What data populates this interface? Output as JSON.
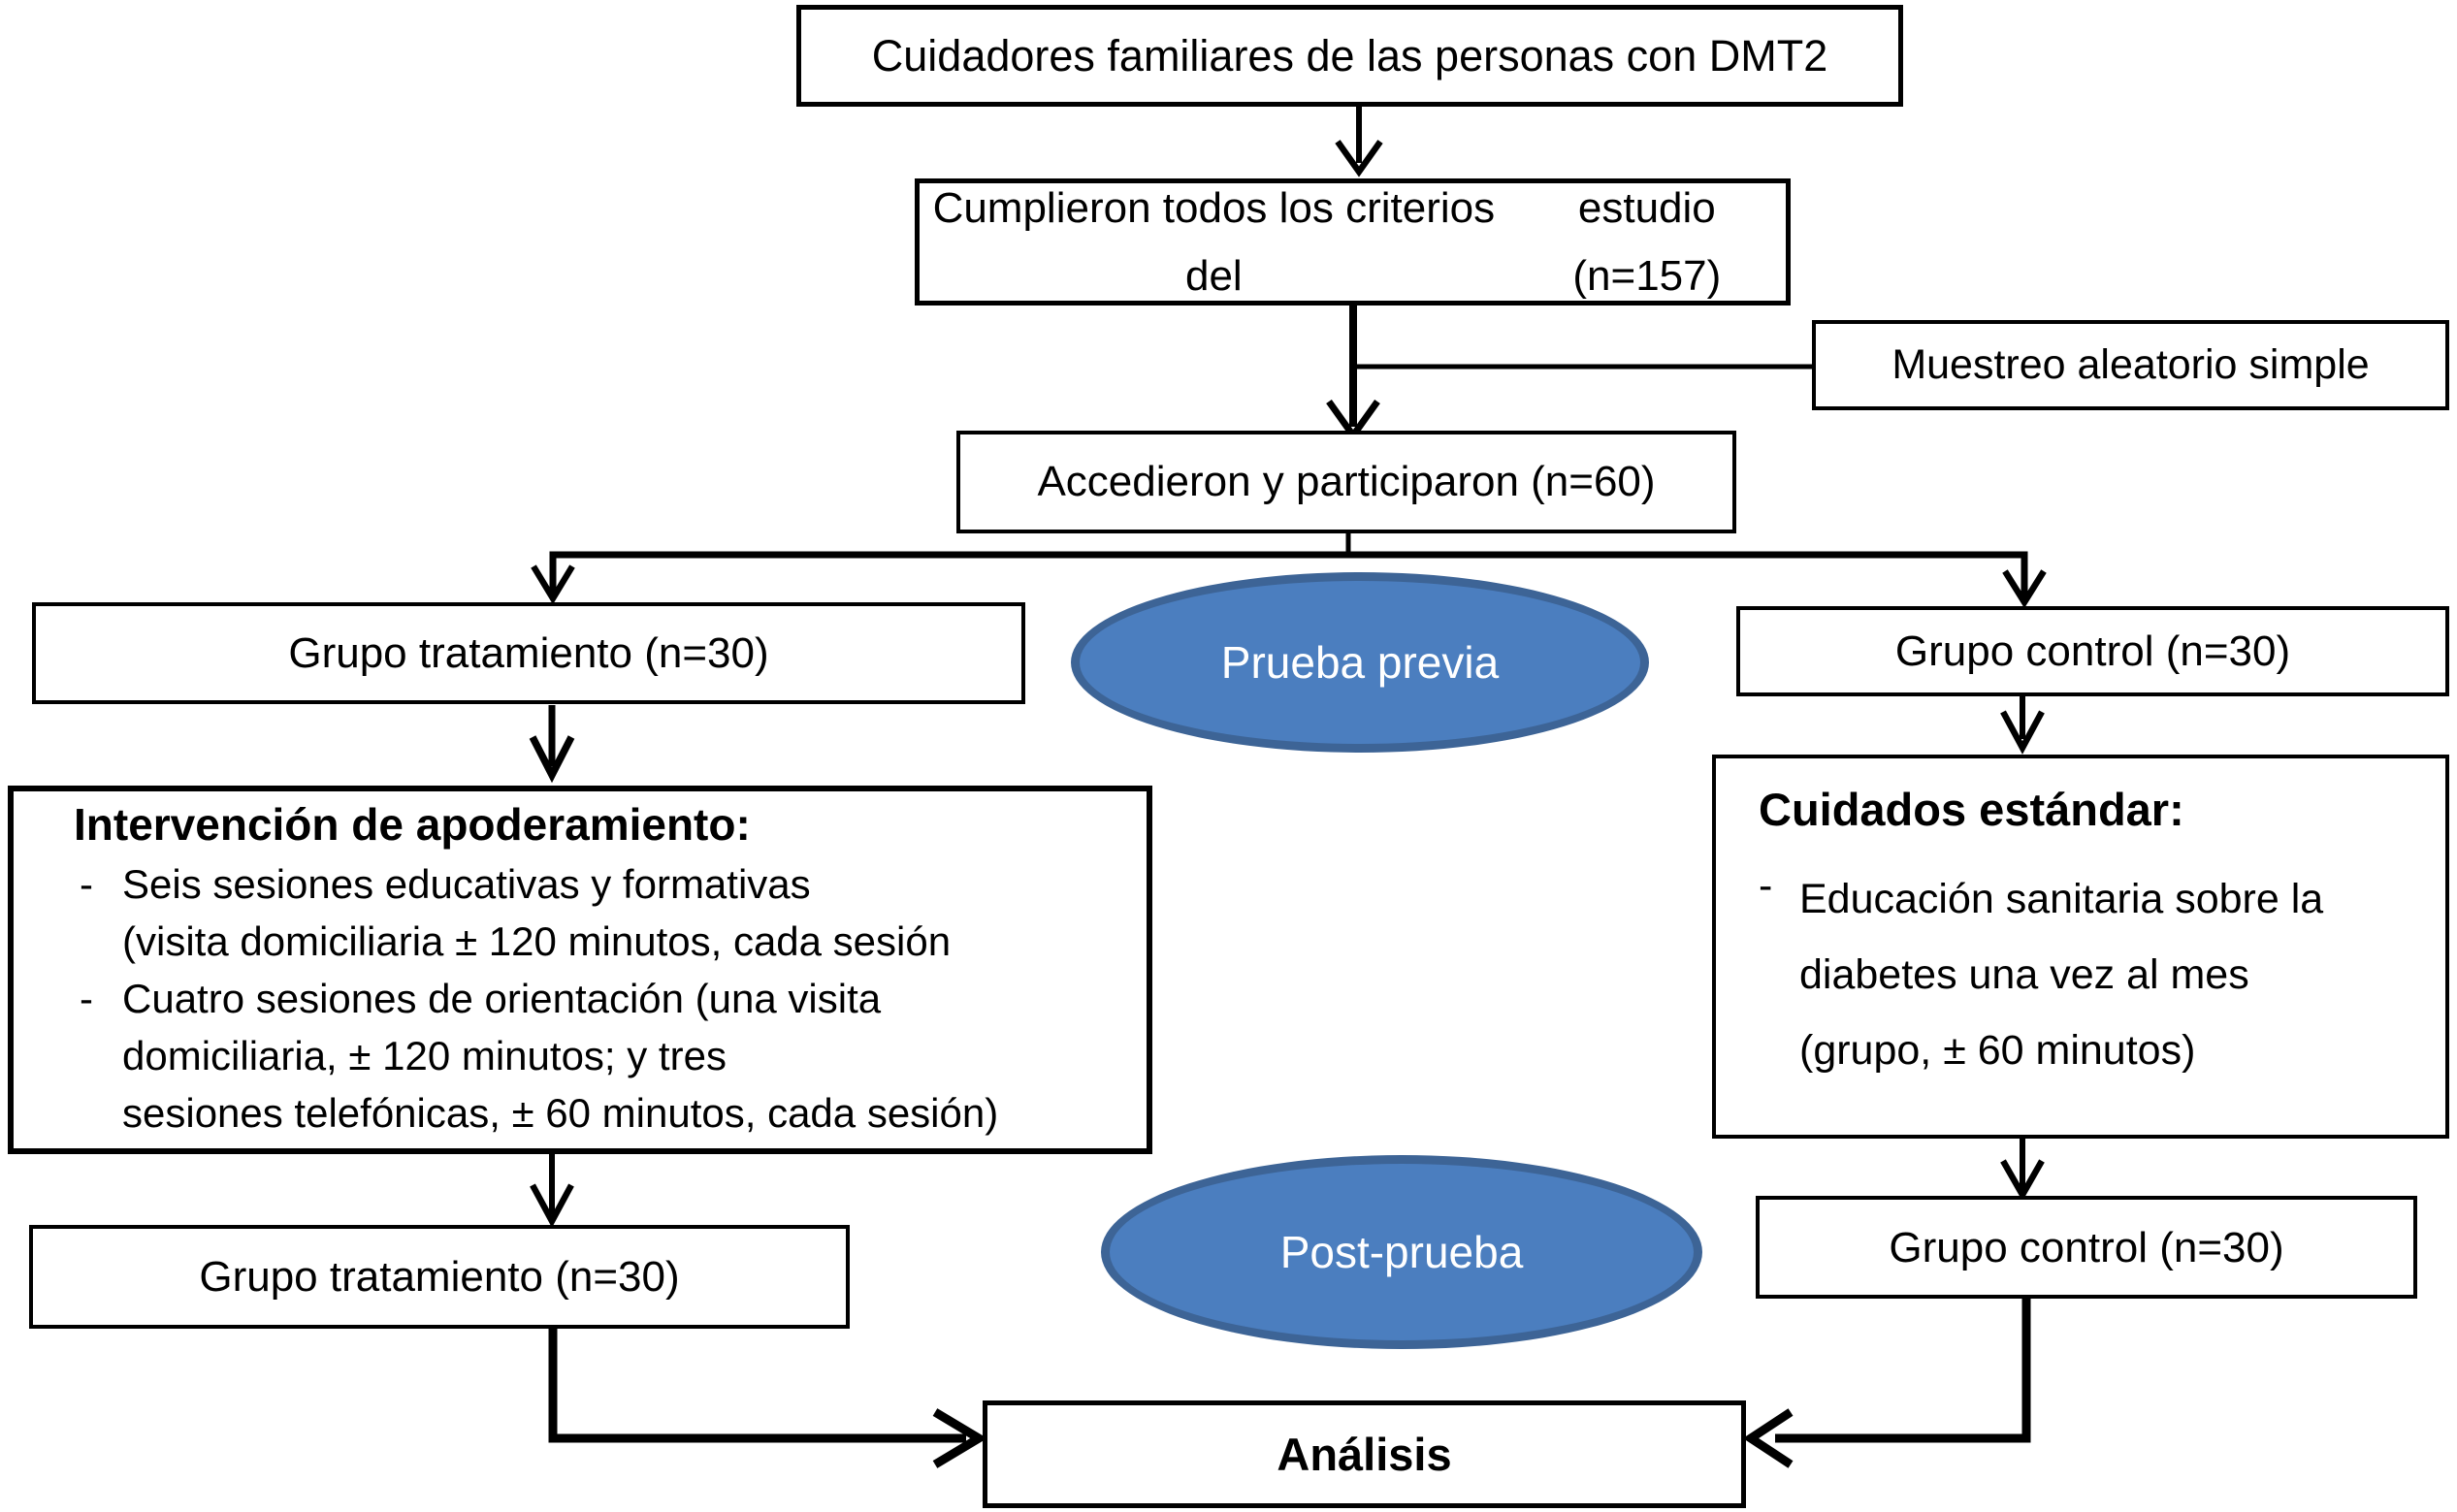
{
  "figure": {
    "colors": {
      "background": "#ffffff",
      "box_border": "#000000",
      "line": "#000000",
      "ellipse_fill": "#4b7ebf",
      "ellipse_border": "#3d6496",
      "ellipse_text": "#ffffff"
    },
    "nodes": {
      "cuidadores": {
        "text": "Cuidadores familiares de las personas con DMT2"
      },
      "cumplieron": {
        "line1": "Cumplieron todos los criterios del",
        "line2": "estudio (n=157)"
      },
      "muestreo": {
        "text": "Muestreo aleatorio simple"
      },
      "accedieron": {
        "text": "Accedieron y participaron (n=60)"
      },
      "grupo_tratamiento_1": {
        "text": "Grupo tratamiento (n=30)"
      },
      "grupo_control_1": {
        "text": "Grupo control (n=30)"
      },
      "prueba_previa": {
        "text": "Prueba previa"
      },
      "intervencion": {
        "title": "Intervención de apoderamiento:",
        "bullets": [
          {
            "dash": "-",
            "lines": [
              "Seis sesiones educativas y formativas",
              "(visita domiciliaria ± 120 minutos, cada sesión"
            ]
          },
          {
            "dash": "-",
            "lines": [
              "Cuatro sesiones de orientación (una visita",
              "domiciliaria, ± 120 minutos; y tres",
              "sesiones telefónicas, ± 60 minutos, cada sesión)"
            ]
          }
        ]
      },
      "cuidados": {
        "title": "Cuidados estándar:",
        "bullets": [
          {
            "dash": "-",
            "lines": [
              "Educación sanitaria sobre la",
              "diabetes una vez al mes",
              "(grupo, ± 60 minutos)"
            ]
          }
        ]
      },
      "post_prueba": {
        "text": "Post-prueba"
      },
      "grupo_tratamiento_2": {
        "text": "Grupo tratamiento (n=30)"
      },
      "grupo_control_2": {
        "text": "Grupo control (n=30)"
      },
      "analisis": {
        "text": "Análisis"
      }
    }
  }
}
